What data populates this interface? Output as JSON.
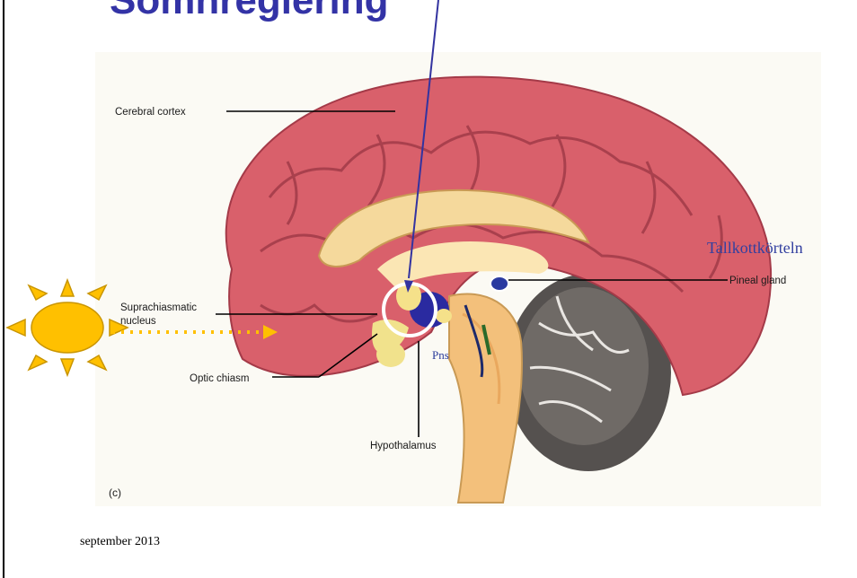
{
  "slide": {
    "title": "Sömnreglering",
    "footer": "september 2013"
  },
  "figure": {
    "panel_letter": "(c)",
    "labels": {
      "cerebral_cortex": "Cerebral cortex",
      "suprachiasmatic_line1": "Suprachiasmatic",
      "suprachiasmatic_line2": "nucleus",
      "optic_chiasm": "Optic chiasm",
      "hypothalamus": "Hypothalamus",
      "pineal_gland": "Pineal gland"
    },
    "annotations": {
      "tallkottkorteln": "Tallkottkörteln",
      "pns": "Pns"
    },
    "colors": {
      "annotation_blue": "#3340a0",
      "title_blue": "#3333a6",
      "sun": "#ffc000",
      "cortex": "#d9606b",
      "arrow_dots": "#ffc000"
    },
    "icons": [
      "sun-icon",
      "arrow-down-icon",
      "dotted-arrow-icon",
      "highlight-circle-icon"
    ]
  }
}
